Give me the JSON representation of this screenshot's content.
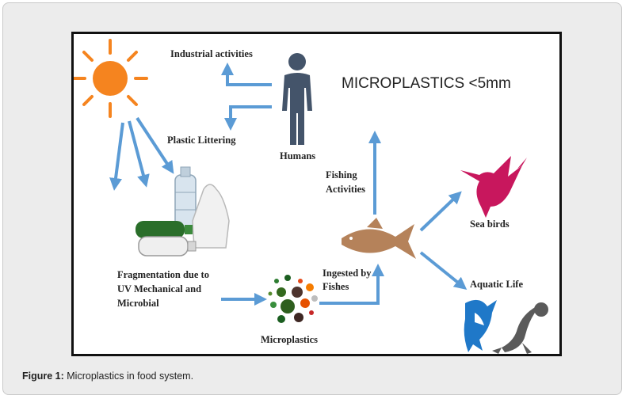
{
  "diagram": {
    "title": "MICROPLASTICS <5mm",
    "labels": {
      "industrial": "Industrial activities",
      "littering": "Plastic Littering",
      "humans": "Humans",
      "fishing_1": "Fishing",
      "fishing_2": "Activities",
      "fragment_1": "Fragmentation due to",
      "fragment_2": "UV Mechanical and",
      "fragment_3": "Microbial",
      "microplastics": "Microplastics",
      "ingested_1": "Ingested by",
      "ingested_2": "Fishes",
      "sea_birds": "Sea birds",
      "aquatic_life": "Aquatic Life"
    },
    "colors": {
      "arrow": "#5b9bd5",
      "sun": "#f5841f",
      "human": "#44546a",
      "fish": "#b5825a",
      "bird": "#c8175d",
      "shark": "#1f78c8",
      "seal": "#5a5a5a"
    }
  },
  "caption": {
    "label": "Figure 1:",
    "text": " Microplastics in food system."
  }
}
